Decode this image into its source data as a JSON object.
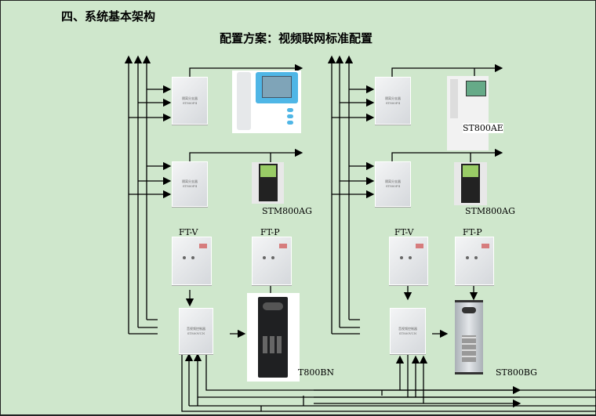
{
  "heading": "四、系统基本架构",
  "title": "配置方案：视频联网标准配置",
  "devices": {
    "splitter": "隔离分支器",
    "splitter_model": "ST800F4",
    "controller": "音视频控制器",
    "controller_model": "ST800VCN",
    "ftv": "FT-V",
    "ftp": "FT-P",
    "left_monitor2": "STM800AG",
    "left_door": "T800BN",
    "right_monitor1": "ST800AE",
    "right_monitor2": "STM800AG",
    "right_door": "ST800BG"
  },
  "colors": {
    "background": "#cfe7cc",
    "monitor_accent": "#4fb6e6"
  }
}
